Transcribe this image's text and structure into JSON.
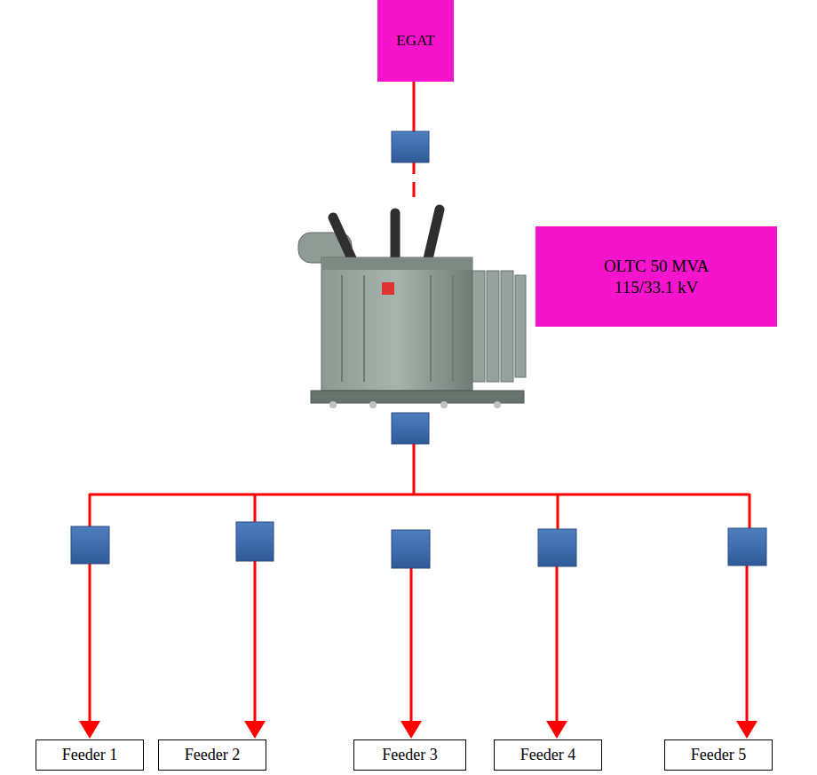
{
  "diagram": {
    "nodes": [
      {
        "text": [
          "EGAT"
        ]
      },
      {
        "text": [
          "OLTC 50 MVA 115/33.1 kV"
        ]
      },
      {
        "text": [
          "Feeder 1"
        ]
      },
      {
        "text": [
          "Feeder 2"
        ]
      },
      {
        "text": [
          "Feeder 3"
        ]
      },
      {
        "text": [
          "Feeder 4"
        ]
      },
      {
        "text": [
          "Feeder 5"
        ]
      }
    ]
  }
}
